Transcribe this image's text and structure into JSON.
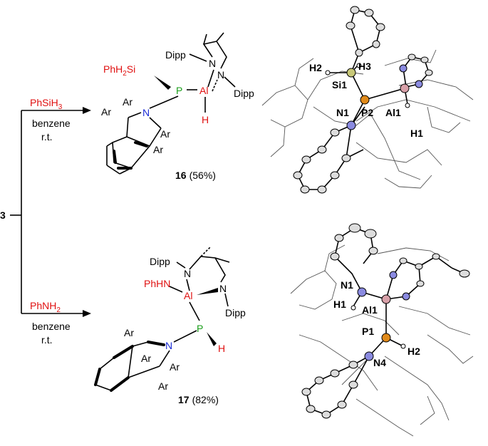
{
  "scheme": {
    "start_label": "3",
    "top": {
      "reagent": "PhSiH",
      "reagent_sub": "3",
      "solvent": "benzene",
      "temperature": "r.t.",
      "product_number": "16",
      "product_yield": "(56%)",
      "structure_labels": {
        "silyl_a": "PhH",
        "silyl_sub": "2",
        "silyl_b": "Si",
        "phosphorus": "P",
        "aluminum": "Al",
        "nitrogen": "N",
        "hydride": "H",
        "aryl": "Ar",
        "dipp": "Dipp",
        "imine_n": "N"
      },
      "crystal_labels": [
        "H2",
        "H3",
        "Si1",
        "N1",
        "P2",
        "Al1",
        "H1"
      ]
    },
    "bottom": {
      "reagent": "PhNH",
      "reagent_sub": "2",
      "solvent": "benzene",
      "temperature": "r.t.",
      "product_number": "17",
      "product_yield": "(82%)",
      "structure_labels": {
        "amide": "PhHN",
        "phosphorus": "P",
        "aluminum": "Al",
        "nitrogen": "N",
        "hydride": "H",
        "aryl": "Ar",
        "dipp": "Dipp",
        "imine_n": "N"
      },
      "crystal_labels": [
        "N1",
        "H1",
        "Al1",
        "P1",
        "H2",
        "N4"
      ]
    },
    "colors": {
      "reagent": "#e01010",
      "phosphorus": "#1a9e1a",
      "nitrogen": "#1a2bd6",
      "aluminum": "#e01010",
      "hydride": "#e01010",
      "atom_P": "#e08a1a",
      "atom_N": "#8a8ae0",
      "atom_Al": "#d8a0a8",
      "atom_Si": "#c8c878"
    }
  }
}
